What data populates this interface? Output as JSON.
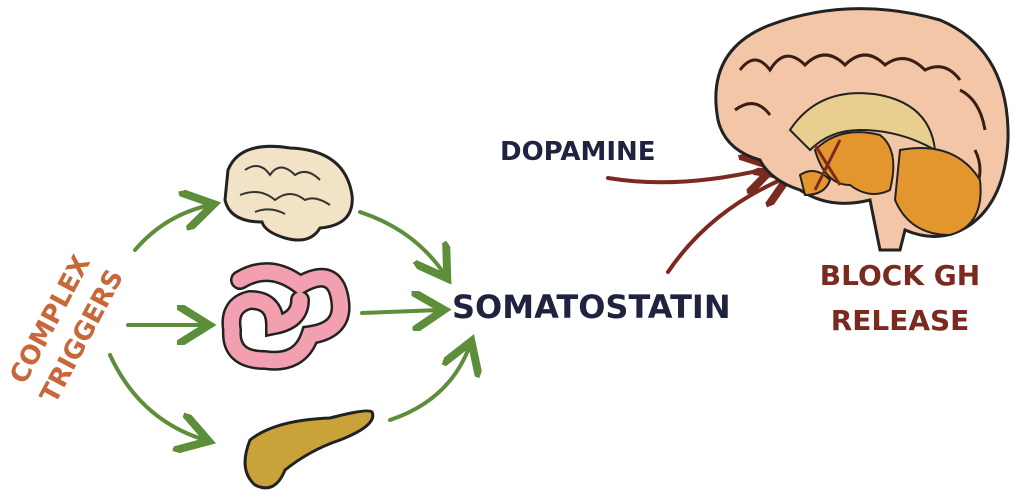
{
  "labels": {
    "triggers_line1": "COMPLEX",
    "triggers_line2": "TRIGGERS",
    "somatostatin": "SOMATOSTATIN",
    "dopamine": "DOPAMINE",
    "result_line1": "BLOCK GH",
    "result_line2": "RELEASE"
  },
  "colors": {
    "triggers": "#c8683a",
    "somatostatin": "#1f2340",
    "arrow_green": "#5d8f3a",
    "arrow_red": "#7a2a1f",
    "brain_small": "#f3e3c6",
    "intestine": "#f2a0b0",
    "pancreas": "#c9a33a",
    "brain_cortex": "#f2c6a6",
    "brain_core": "#e3962e"
  }
}
